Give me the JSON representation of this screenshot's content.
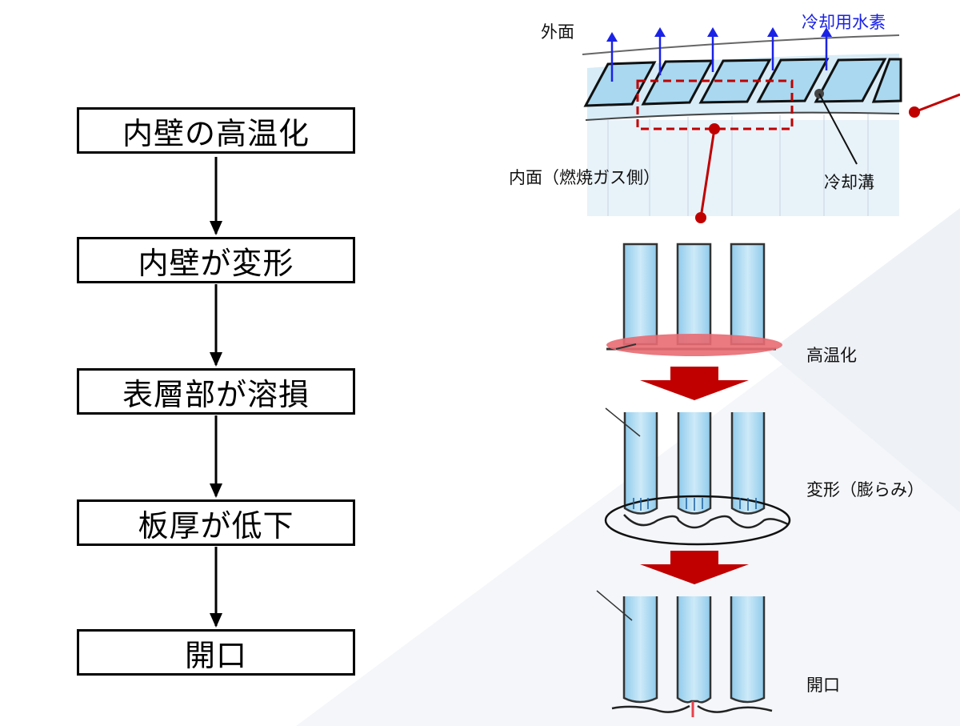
{
  "flow": {
    "steps": [
      "内壁の高温化",
      "内壁が変形",
      "表層部が溶損",
      "板厚が低下",
      "開口"
    ]
  },
  "cross_section": {
    "outer_label": "外面",
    "coolant_label": "冷却用水素",
    "inner_label": "内面（燃焼ガス側）",
    "channel_label": "冷却溝"
  },
  "stages": {
    "heating": "高温化",
    "deformation": "変形（膨らみ）",
    "opening": "開口"
  },
  "colors": {
    "channel_fill": "#a9d8f0",
    "arrow_red": "#c00000",
    "coolant_blue": "#1a22e6"
  }
}
